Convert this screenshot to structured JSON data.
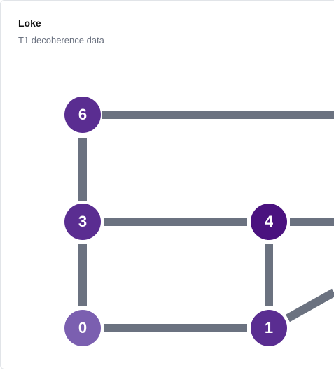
{
  "header": {
    "title": "Loke",
    "subtitle": "T1 decoherence data"
  },
  "graph": {
    "edge_color": "#6b7280",
    "nodes": [
      {
        "id": "0",
        "label": "0",
        "color": "#7b5fb0"
      },
      {
        "id": "1",
        "label": "1",
        "color": "#5a2d91"
      },
      {
        "id": "3",
        "label": "3",
        "color": "#5a2d91"
      },
      {
        "id": "4",
        "label": "4",
        "color": "#4a127f"
      },
      {
        "id": "6",
        "label": "6",
        "color": "#5a2d91"
      }
    ]
  }
}
